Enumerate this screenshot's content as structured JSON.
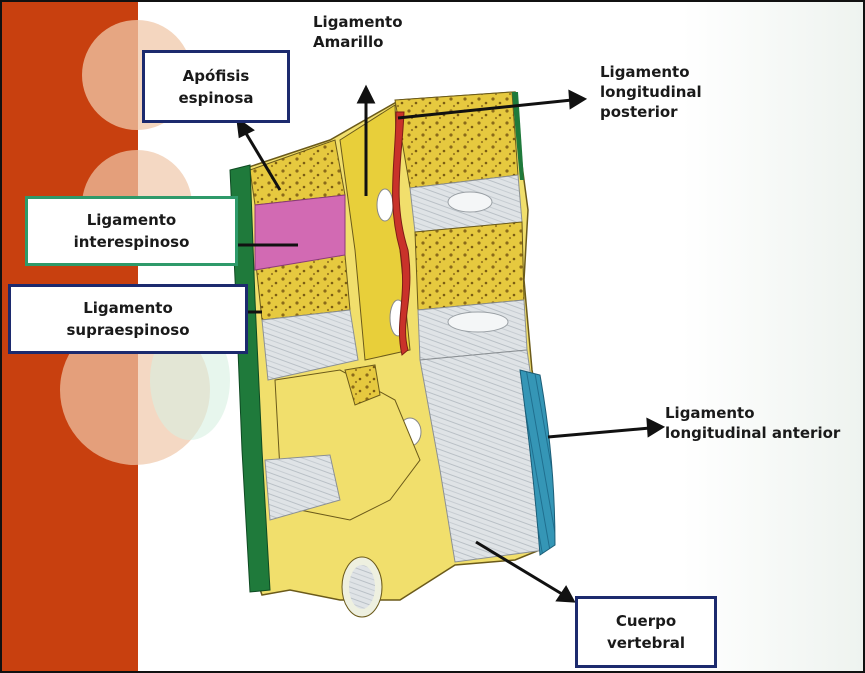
{
  "colors": {
    "side_band": "#c8400f",
    "navy_border": "#1c2a6e",
    "green_border": "#2e9a6a",
    "bone_yellow": "#f1df6c",
    "disc_grey": "#d9dde0",
    "ligament_pink": "#d26ab3",
    "ligament_green": "#1f7a3b",
    "ligament_red": "#c9322a",
    "ligament_blue": "#2f8fb0"
  },
  "labels": {
    "apofisis": "Apófisis\nespinosa",
    "amarillo": "Ligamento\nAmarillo",
    "long_posterior": "Ligamento\nlongitudinal\nposterior",
    "interespinoso": "Ligamento\ninterespinoso",
    "supraespinoso": "Ligamento\nsupraespinoso",
    "long_anterior": "Ligamento\nlongitudinal anterior",
    "cuerpo": "Cuerpo\nvertebral"
  }
}
